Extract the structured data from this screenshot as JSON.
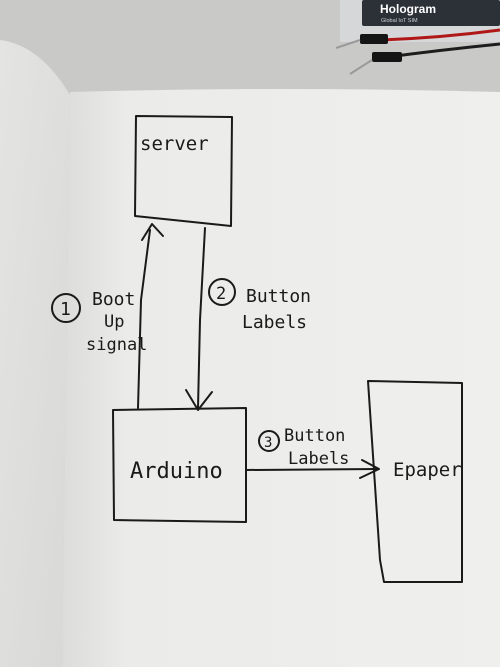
{
  "product_packaging": {
    "brand": "Hologram",
    "tagline": "Global IoT SIM"
  },
  "diagram": {
    "nodes": {
      "server": "server",
      "arduino": "Arduino",
      "epaper": "Epaper"
    },
    "arrows": [
      {
        "number": "1",
        "label_lines": [
          "Boot",
          "Up",
          "signal"
        ]
      },
      {
        "number": "2",
        "label_lines": [
          "Button",
          "Labels"
        ]
      },
      {
        "number": "3",
        "label_lines": [
          "Button",
          "Labels"
        ]
      }
    ]
  },
  "colors": {
    "paper": "#ececea",
    "ink": "#1a1a1a",
    "background": "#cfcfcd"
  }
}
